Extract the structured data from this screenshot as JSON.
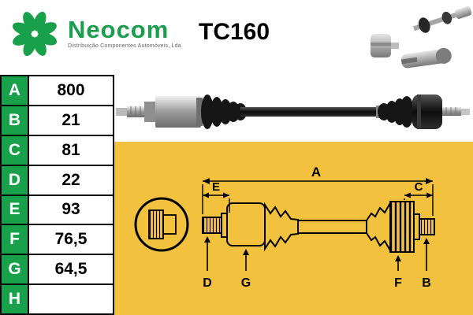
{
  "header": {
    "brand": "Neocom",
    "tagline": "Distribuição Componentes Automóveis, Lda",
    "part_number": "TC160"
  },
  "colors": {
    "brand_green": "#18a04a",
    "sheet_yellow": "#f2c13d"
  },
  "spec_table": {
    "rows": [
      {
        "label": "A",
        "value": "800"
      },
      {
        "label": "B",
        "value": "21"
      },
      {
        "label": "C",
        "value": "81"
      },
      {
        "label": "D",
        "value": "22"
      },
      {
        "label": "E",
        "value": "93"
      },
      {
        "label": "F",
        "value": "76,5"
      },
      {
        "label": "G",
        "value": "64,5"
      },
      {
        "label": "H",
        "value": ""
      }
    ]
  },
  "diagram": {
    "dim_a": "A",
    "dim_e": "E",
    "dim_c": "C",
    "dim_d": "D",
    "dim_g": "G",
    "dim_f": "F",
    "dim_b": "B"
  }
}
